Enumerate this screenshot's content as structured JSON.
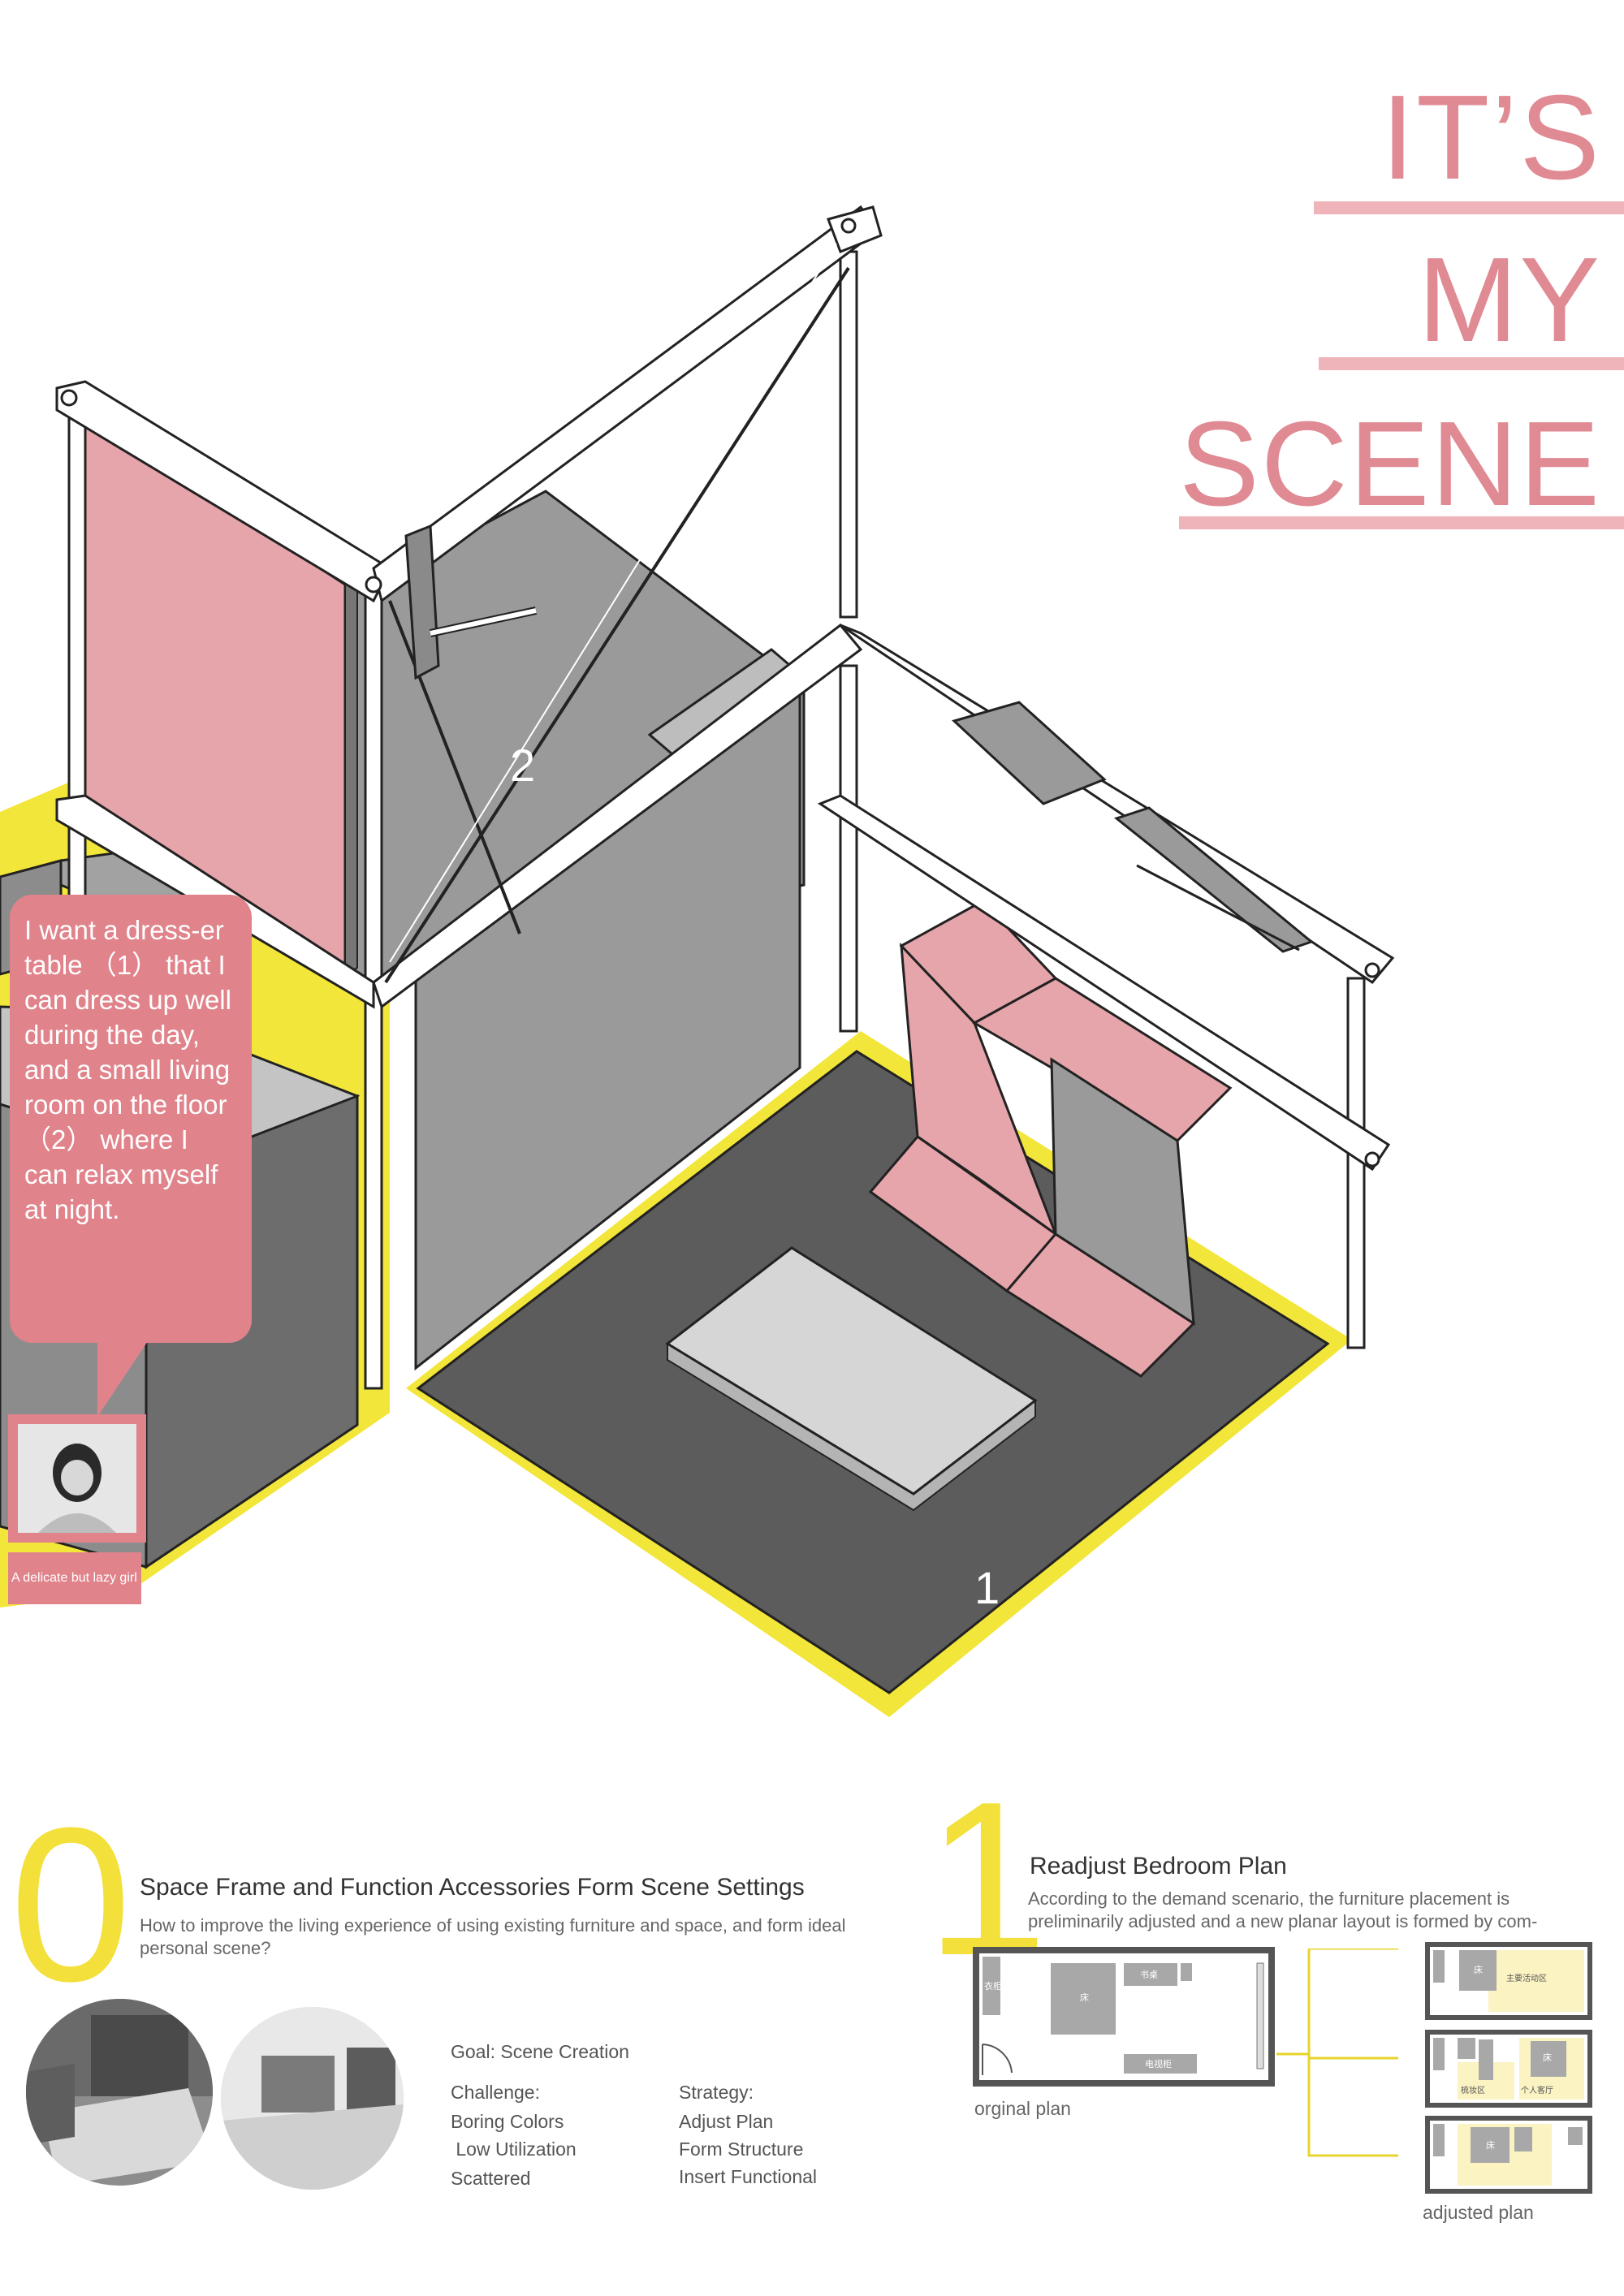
{
  "title": {
    "line1": "IT’S",
    "line2": "MY",
    "line3": "SCENE"
  },
  "colors": {
    "pink": "#e0838b",
    "pink_light": "#e6a5ab",
    "yellow": "#f3e63a",
    "dark_floor": "#5c5c5c",
    "gray_panel": "#9a9a9a"
  },
  "diagram": {
    "label_1": "1",
    "label_2": "2"
  },
  "bubble": {
    "text": "I want a dress-er table （1） that I can dress up well during the day, and a small living room on the floor （2） where I can relax myself at night."
  },
  "persona": {
    "caption": "A delicate but lazy girl"
  },
  "section0": {
    "number": "0",
    "title": "Space Frame and Function Accessories Form Scene Settings",
    "description": "How to improve the living experience of using existing furniture and space, and form ideal personal scene?",
    "goal": "Goal:  Scene Creation",
    "challenge_heading": "Challenge:",
    "challenges": [
      "Boring Colors",
      " Low Utilization",
      "Scattered"
    ],
    "strategy_heading": "Strategy:",
    "strategies": [
      "Adjust Plan",
      "Form Structure",
      "Insert Functional"
    ]
  },
  "section1": {
    "number": "1",
    "title": "Readjust Bedroom Plan",
    "description": "According to the demand scenario, the furniture placement is preliminarily adjusted and a new planar layout is formed by com-",
    "original_label": "orginal plan",
    "adjusted_label": "adjusted plan",
    "original_rooms": {
      "wardrobe": "衣柜",
      "bed": "床",
      "desk": "书桌",
      "tv": "电视柜"
    },
    "adjusted_rooms": {
      "main_area": "主要活动区",
      "bed": "床",
      "dresser_area": "梳妆区",
      "living": "个人客厅"
    }
  }
}
